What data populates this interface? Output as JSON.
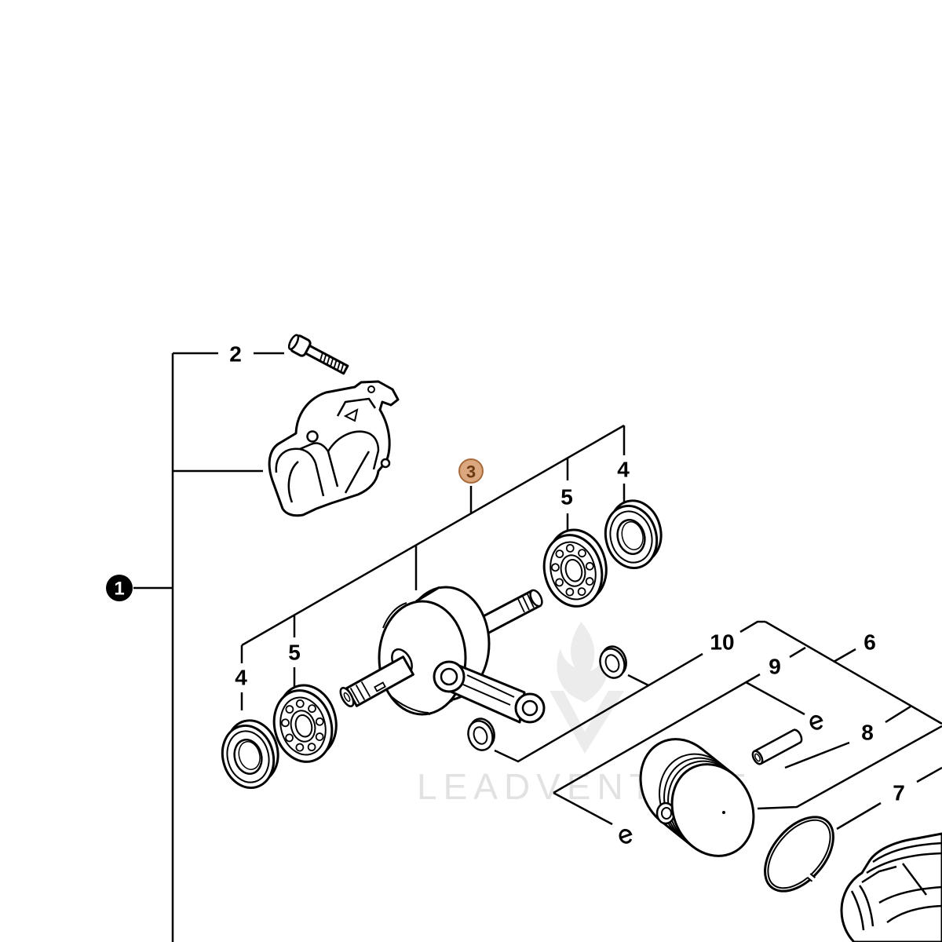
{
  "diagram": {
    "watermark": "LEADVENTURE"
  },
  "callouts": {
    "callout_1": "1",
    "callout_2": "2",
    "callout_3": "3",
    "callout_4_upper": "4",
    "callout_5_upper": "5",
    "callout_5_lower": "5",
    "callout_4_lower": "4",
    "callout_10": "10",
    "callout_9": "9",
    "callout_6": "6",
    "callout_8": "8",
    "callout_7": "7"
  },
  "colors": {
    "line": "#000000",
    "badge_fill": "#000000",
    "badge_text": "#ffffff",
    "selected_fill": "#dba77e",
    "selected_border": "#a86b3c",
    "selected_text": "#6b3a14",
    "watermark": "#e2e2e2"
  }
}
